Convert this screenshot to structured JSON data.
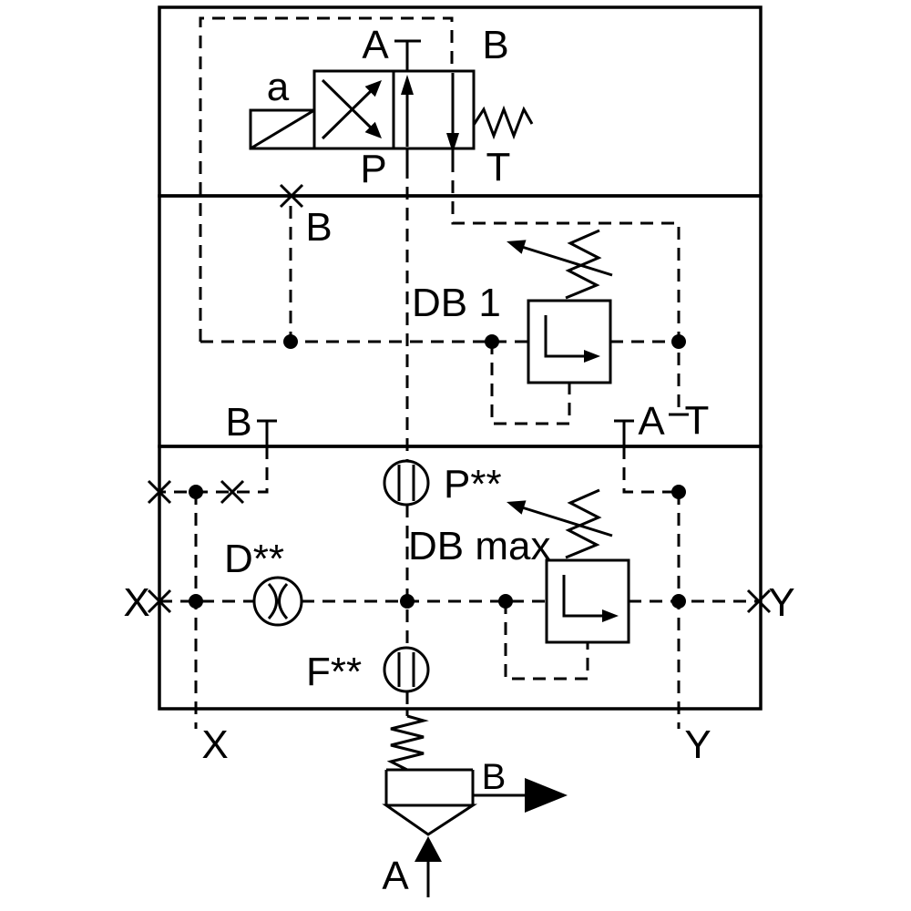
{
  "diagram": {
    "type": "hydraulic-valve-schematic",
    "background": "#ffffff",
    "line_color": "#000000",
    "directional_valve": {
      "port_a": "A",
      "port_b": "B",
      "port_p": "P",
      "port_t": "T",
      "solenoid": "a"
    },
    "pilot_section": {
      "plug_b": "B",
      "relief_valve_label": "DB 1",
      "port_b": "B",
      "port_a": "A",
      "port_t": "T"
    },
    "main_section": {
      "orifice_p": "P**",
      "relief_valve_label": "DB max",
      "orifice_d": "D**",
      "orifice_f": "F**",
      "port_x_left": "X",
      "port_y_right": "Y",
      "port_x_bottom": "X",
      "port_y_bottom": "Y"
    },
    "main_valve": {
      "port_b": "B",
      "port_a": "A"
    }
  }
}
